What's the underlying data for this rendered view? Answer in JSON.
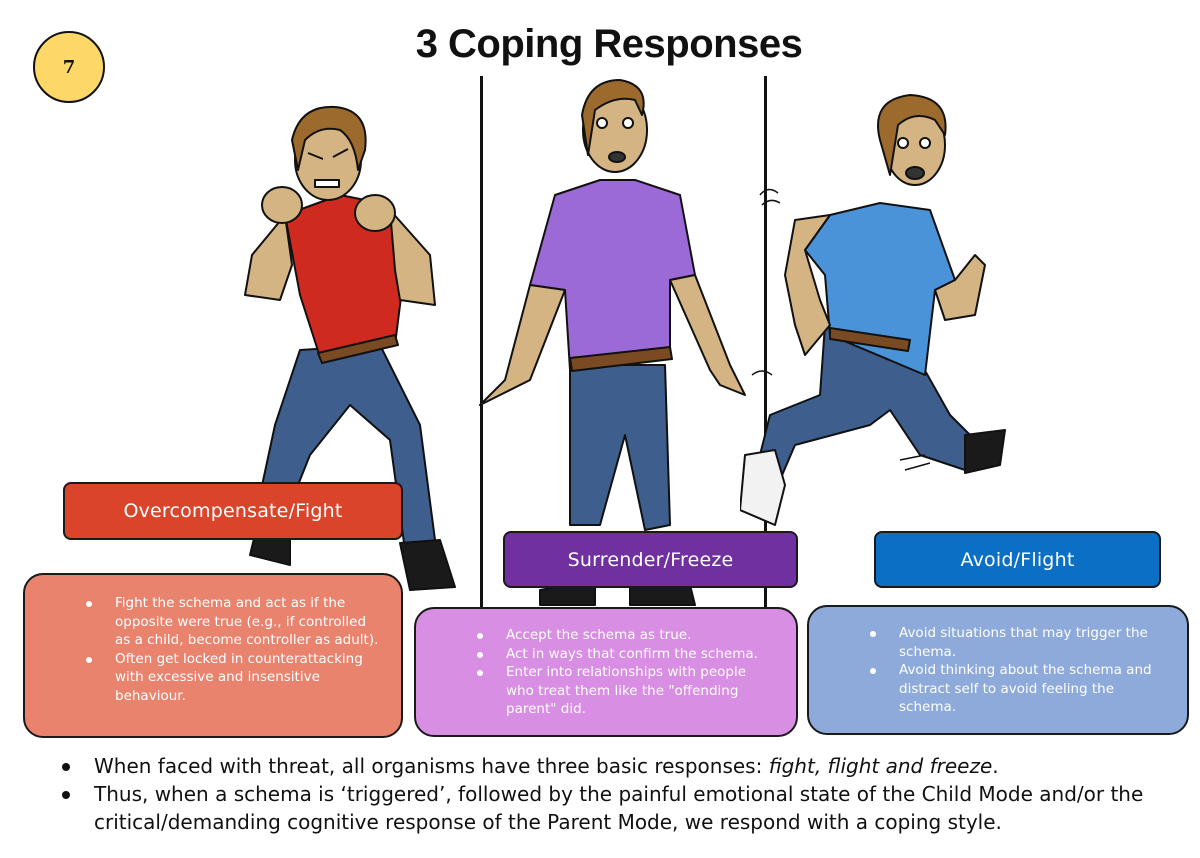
{
  "page_number": "7",
  "title": "3 Coping Responses",
  "colors": {
    "badge": "#fdd868",
    "fight_label": "#d9442b",
    "fight_box": "#e9836e",
    "freeze_label": "#7030a0",
    "freeze_box": "#d88ee3",
    "flight_label": "#0b6fc6",
    "flight_box": "#8eaadb",
    "fight_shirt": "#cf2a1f",
    "freeze_shirt": "#9b6ad6",
    "flight_shirt": "#4a93d9",
    "jeans": "#3e5f8d",
    "skin": "#d5b483",
    "hair": "#9b6a2c"
  },
  "responses": [
    {
      "label": "Overcompensate/Fight",
      "figure_icon": "angry-fighting-man-illustration",
      "bullets": [
        "Fight the schema and act as if the opposite were true (e.g., if controlled as a child, become controller as adult).",
        "Often get locked in counterattacking with excessive and insensitive behaviour."
      ]
    },
    {
      "label": "Surrender/Freeze",
      "figure_icon": "frightened-standing-man-illustration",
      "bullets": [
        "Accept the schema as true.",
        "Act in ways that confirm the schema.",
        "Enter into relationships with people who treat them like the \"offending parent\" did."
      ]
    },
    {
      "label": "Avoid/Flight",
      "figure_icon": "running-away-man-illustration",
      "bullets": [
        "Avoid situations that may trigger the schema.",
        "Avoid thinking about the schema and distract self to avoid feeling the schema."
      ]
    }
  ],
  "summary": {
    "bullet1_prefix": "When faced with threat, all organisms have three basic responses: ",
    "bullet1_emphasis": "fight, flight and freeze",
    "bullet1_suffix": ".",
    "bullet2": "Thus, when a schema is ‘triggered’, followed by the painful emotional state of the Child Mode and/or the critical/demanding cognitive response of the Parent Mode, we respond with a coping style."
  }
}
